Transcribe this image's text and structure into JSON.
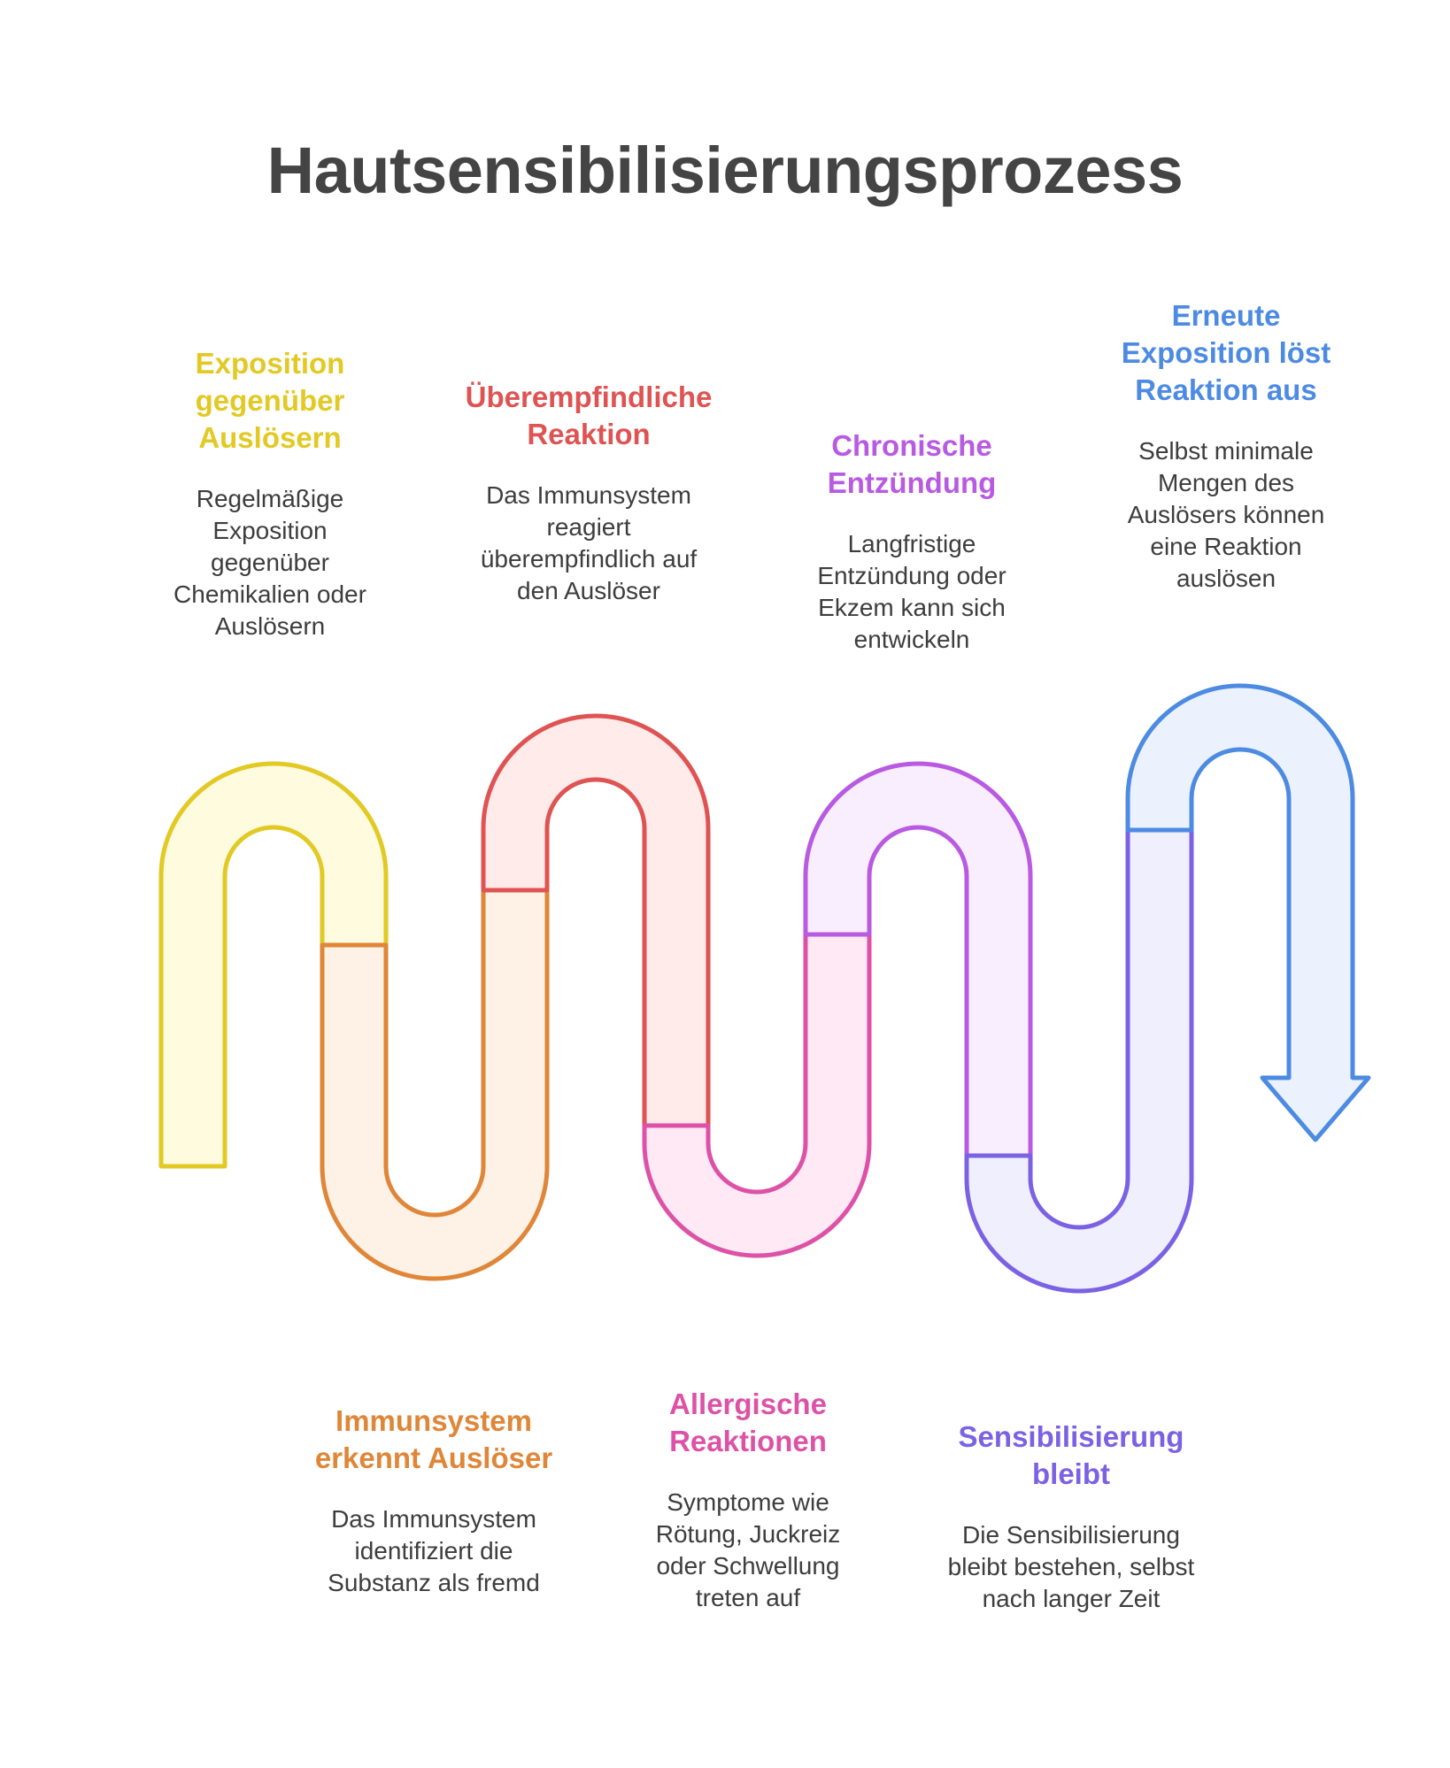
{
  "title": "Hautsensibilisierungsprozess",
  "steps": [
    {
      "title": "Exposition gegenüber Auslösern",
      "description": "Regelmäßige Exposition gegenüber Chemikalien oder Auslösern",
      "color": "#E2C924",
      "fill": "#FEFBDF"
    },
    {
      "title": "Immunsystem erkennt Auslöser",
      "description": "Das Immunsystem identifiziert die Substanz als fremd",
      "color": "#DF8638",
      "fill": "#FEF1E5"
    },
    {
      "title": "Überempfindliche Reaktion",
      "description": "Das Immunsystem reagiert überempfindlich auf den Auslöser",
      "color": "#DF5353",
      "fill": "#FFEBEA"
    },
    {
      "title": "Allergische Reaktionen",
      "description": "Symptome wie Rötung, Juckreiz oder Schwellung treten auf",
      "color": "#DD52A6",
      "fill": "#FFE9F5"
    },
    {
      "title": "Chronische Entzündung",
      "description": "Langfristige Entzündung oder Ekzem kann sich entwickeln",
      "color": "#B85AE2",
      "fill": "#F8EEFE"
    },
    {
      "title": "Sensibilisierung bleibt",
      "description": "Die Sensibilisierung bleibt bestehen, selbst nach langer Zeit",
      "color": "#7B62E4",
      "fill": "#F0EFFE"
    },
    {
      "title": "Erneute Exposition löst Reaktion aus",
      "description": "Selbst minimale Mengen des Auslösers können eine Reaktion auslösen",
      "color": "#4D8BE3",
      "fill": "#EBF2FD"
    }
  ]
}
